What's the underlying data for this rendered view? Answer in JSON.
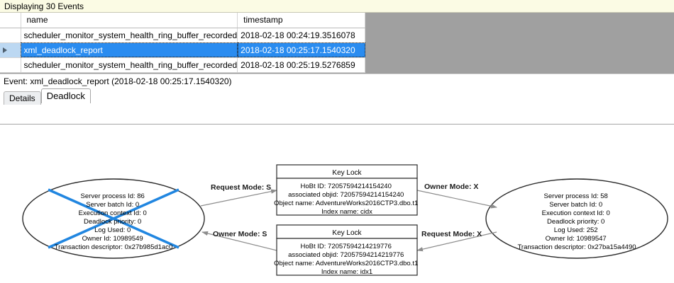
{
  "banner": {
    "text": "Displaying 30 Events"
  },
  "grid": {
    "columns": [
      {
        "key": "selector",
        "label": ""
      },
      {
        "key": "name",
        "label": "name"
      },
      {
        "key": "timestamp",
        "label": "timestamp"
      }
    ],
    "rows": [
      {
        "selected": false,
        "marker": "",
        "name": "scheduler_monitor_system_health_ring_buffer_recorded",
        "timestamp": "2018-02-18 00:24:19.3516078"
      },
      {
        "selected": true,
        "marker": "row-selector-arrow",
        "name": "xml_deadlock_report",
        "timestamp": "2018-02-18 00:25:17.1540320"
      },
      {
        "selected": false,
        "marker": "",
        "name": "scheduler_monitor_system_health_ring_buffer_recorded",
        "timestamp": "2018-02-18 00:25:19.5276859"
      }
    ]
  },
  "event": {
    "label": "Event: xml_deadlock_report (2018-02-18 00:25:17.1540320)"
  },
  "tabs": [
    {
      "label": "Details",
      "active": false
    },
    {
      "label": "Deadlock",
      "active": true
    }
  ],
  "deadlock": {
    "victim_marker_color": "#2186e0",
    "processes": [
      {
        "id": "process-left",
        "victim": true,
        "lines": [
          "Server process Id: 86",
          "Server batch Id: 0",
          "Execution context Id: 0",
          "Deadlock priority: 0",
          "Log Used: 0",
          "Owner Id: 10989549",
          "Transaction descriptor: 0x27b985d1ac0"
        ]
      },
      {
        "id": "process-right",
        "victim": false,
        "lines": [
          "Server process Id: 58",
          "Server batch Id: 0",
          "Execution context Id: 0",
          "Deadlock priority: 0",
          "Log Used: 252",
          "Owner Id: 10989547",
          "Transaction descriptor: 0x27ba15a4490"
        ]
      }
    ],
    "resources": [
      {
        "id": "keylock-top",
        "title": "Key Lock",
        "lines": [
          "HoBt ID: 72057594214154240",
          "associated objid: 72057594214154240",
          "Object name: AdventureWorks2016CTP3.dbo.t1",
          "Index name: cidx"
        ]
      },
      {
        "id": "keylock-bottom",
        "title": "Key Lock",
        "lines": [
          "HoBt ID: 72057594214219776",
          "associated objid: 72057594214219776",
          "Object name: AdventureWorks2016CTP3.dbo.t1",
          "Index name: idx1"
        ]
      }
    ],
    "edges": [
      {
        "id": "edge-left-request-s",
        "label": "Request Mode: S"
      },
      {
        "id": "edge-right-owner-x",
        "label": "Owner Mode: X"
      },
      {
        "id": "edge-left-owner-s",
        "label": "Owner Mode: S"
      },
      {
        "id": "edge-right-request-x",
        "label": "Request Mode: X"
      }
    ]
  }
}
